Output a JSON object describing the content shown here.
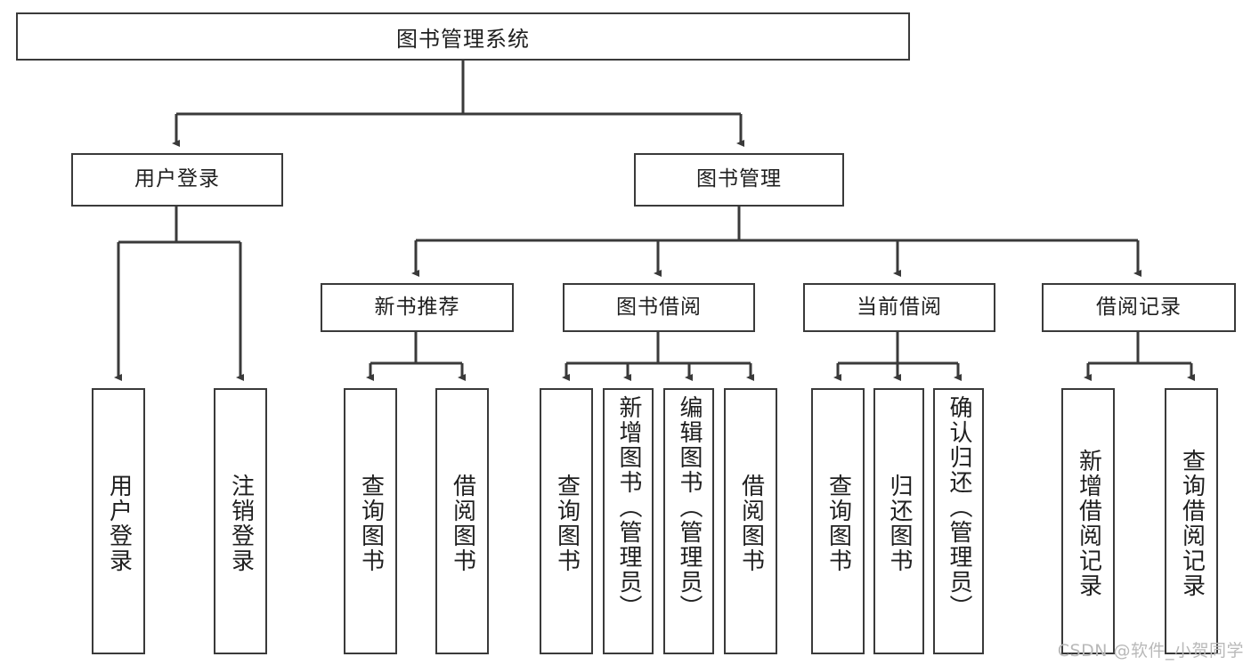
{
  "diagram": {
    "type": "tree",
    "title": "图书管理系统",
    "root": {
      "label": "图书管理系统"
    },
    "level2": [
      {
        "label": "用户登录"
      },
      {
        "label": "图书管理"
      }
    ],
    "level3": [
      {
        "label": "新书推荐"
      },
      {
        "label": "图书借阅"
      },
      {
        "label": "当前借阅"
      },
      {
        "label": "借阅记录"
      }
    ],
    "leaves": [
      {
        "label": "用户登录",
        "parent": "用户登录"
      },
      {
        "label": "注销登录",
        "parent": "用户登录"
      },
      {
        "label": "查询图书",
        "parent": "新书推荐"
      },
      {
        "label": "借阅图书",
        "parent": "新书推荐"
      },
      {
        "label": "查询图书",
        "parent": "图书借阅"
      },
      {
        "label": "新增图书（管理员）",
        "parent": "图书借阅"
      },
      {
        "label": "编辑图书（管理员）",
        "parent": "图书借阅"
      },
      {
        "label": "借阅图书",
        "parent": "图书借阅"
      },
      {
        "label": "查询图书",
        "parent": "当前借阅"
      },
      {
        "label": "归还图书",
        "parent": "当前借阅"
      },
      {
        "label": "确认归还（管理员）",
        "parent": "当前借阅"
      },
      {
        "label": "新增借阅记录",
        "parent": "借阅记录"
      },
      {
        "label": "查询借阅记录",
        "parent": "借阅记录"
      }
    ]
  },
  "watermark": {
    "text": "CSDN @软件_小贺同学"
  },
  "colors": {
    "stroke": "#3a3a3a",
    "text": "#1f1f1f",
    "background": "#ffffff",
    "watermark": "#b9b9b9"
  }
}
